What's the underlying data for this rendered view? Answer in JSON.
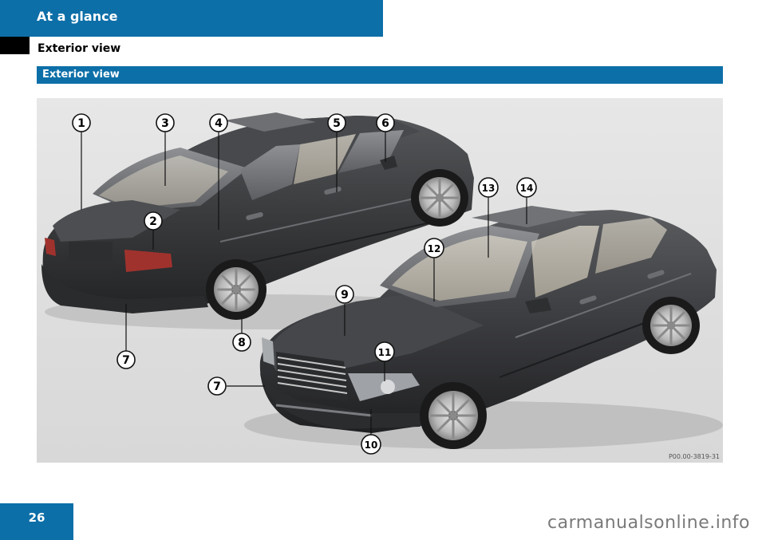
{
  "header": {
    "title": "At a glance"
  },
  "section": {
    "title": "Exterior view"
  },
  "subheader": {
    "label": "Exterior view"
  },
  "figure": {
    "code": "P00.00-3819-31",
    "callouts": [
      {
        "label": "1"
      },
      {
        "label": "3"
      },
      {
        "label": "4"
      },
      {
        "label": "5"
      },
      {
        "label": "6"
      },
      {
        "label": "2"
      },
      {
        "label": "13"
      },
      {
        "label": "14"
      },
      {
        "label": "12"
      },
      {
        "label": "9"
      },
      {
        "label": "7"
      },
      {
        "label": "8"
      },
      {
        "label": "11"
      },
      {
        "label": "7"
      },
      {
        "label": "10"
      }
    ]
  },
  "footer": {
    "page_number": "26",
    "watermark": "carmanualsonline.info"
  },
  "colors": {
    "accent": "#0d6fa8",
    "car_body": "#3a3b3d",
    "background": "#dedede"
  }
}
